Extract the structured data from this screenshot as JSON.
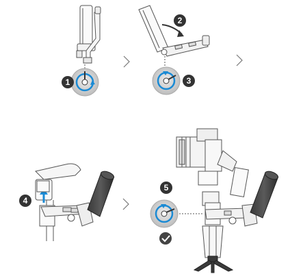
{
  "steps": {
    "step1": "1",
    "step2": "2",
    "step3": "3",
    "step4": "4",
    "step5": "5"
  },
  "colors": {
    "accent": "#1a8ad4",
    "badge": "#333333",
    "line": "#555555",
    "dial": "#d6d6d6",
    "check": "#444444"
  },
  "icons": [
    "chevron-right-icon",
    "rotate-arrow-icon",
    "release-knob-icon",
    "lock-knob-icon",
    "up-arrow-icon",
    "checkmark-icon"
  ]
}
